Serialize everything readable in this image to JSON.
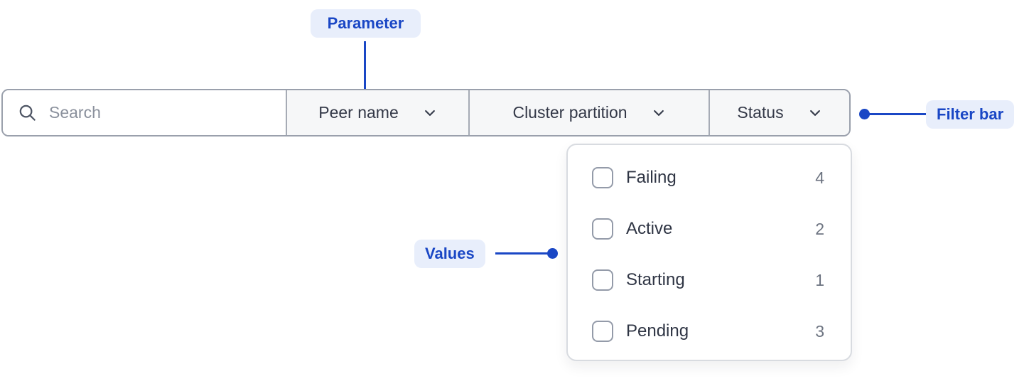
{
  "callouts": {
    "parameter": {
      "label": "Parameter"
    },
    "filter_bar": {
      "label": "Filter bar"
    },
    "values": {
      "label": "Values"
    }
  },
  "filter_bar": {
    "search": {
      "placeholder": "Search",
      "value": "",
      "icon": "search-icon"
    },
    "dropdowns": [
      {
        "label": "Peer name",
        "icon": "chevron-down-icon",
        "open": false
      },
      {
        "label": "Cluster partition",
        "icon": "chevron-down-icon",
        "open": false
      },
      {
        "label": "Status",
        "icon": "chevron-down-icon",
        "open": true
      }
    ]
  },
  "status_dropdown": {
    "options": [
      {
        "label": "Failing",
        "count": "4",
        "checked": false
      },
      {
        "label": "Active",
        "count": "2",
        "checked": false
      },
      {
        "label": "Starting",
        "count": "1",
        "checked": false
      },
      {
        "label": "Pending",
        "count": "3",
        "checked": false
      }
    ]
  },
  "colors": {
    "accent_blue": "#1a47c5",
    "callout_pill_bg": "#e8eefb",
    "bar_border": "#9aa0ac",
    "section_bg": "#f6f7f8",
    "text_dark": "#333847",
    "placeholder_gray": "#8a909c",
    "count_gray": "#6c7380",
    "panel_border": "#d8dbe0",
    "checkbox_border": "#949ba9"
  }
}
